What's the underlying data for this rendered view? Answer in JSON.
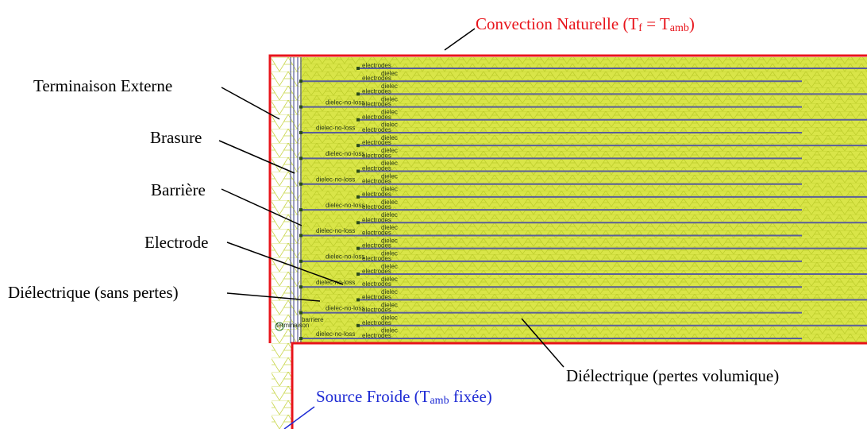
{
  "top_label": {
    "main": "Convection Naturelle (T",
    "sub1": "f",
    "mid": " = T",
    "sub2": "amb",
    "end": ")"
  },
  "bottom_label": {
    "main": "Source Froide (T",
    "sub": "amb",
    "end": " fixée)"
  },
  "left_labels": {
    "terminaison": "Terminaison Externe",
    "brasure": "Brasure",
    "barriere": "Barrière",
    "electrode": "Electrode",
    "dielectrique_sans_pertes": "Diélectrique (sans pertes)"
  },
  "right_label": "Diélectrique (pertes volumique)",
  "mesh_tags": {
    "electrodes": "electrodes",
    "dielec": "dielec",
    "dielec_no_loss": "dielec-no-loss",
    "barriere": "barriere",
    "terminaison": "terminaison"
  },
  "colors": {
    "mesh_fill": "#d6e43a",
    "mesh_line": "#b8c82a",
    "electrode_line": "#5a5f9a",
    "boundary_red": "#e8141b",
    "label_red": "#e8141b",
    "label_blue": "#1e2bd4"
  }
}
